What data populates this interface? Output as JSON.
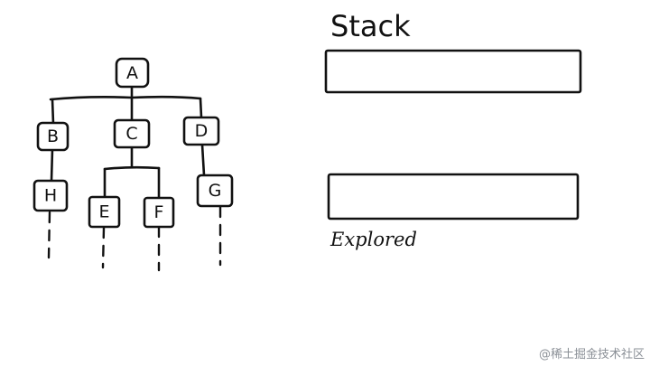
{
  "tree": {
    "nodes": [
      {
        "id": "A",
        "label": "A"
      },
      {
        "id": "B",
        "label": "B"
      },
      {
        "id": "C",
        "label": "C"
      },
      {
        "id": "D",
        "label": "D"
      },
      {
        "id": "H",
        "label": "H"
      },
      {
        "id": "E",
        "label": "E"
      },
      {
        "id": "F",
        "label": "F"
      },
      {
        "id": "G",
        "label": "G"
      }
    ],
    "edges": [
      [
        "A",
        "B"
      ],
      [
        "A",
        "C"
      ],
      [
        "A",
        "D"
      ],
      [
        "B",
        "H"
      ],
      [
        "C",
        "E"
      ],
      [
        "C",
        "F"
      ],
      [
        "D",
        "G"
      ]
    ],
    "continues_below": [
      "H",
      "E",
      "F",
      "G"
    ]
  },
  "stack": {
    "title": "Stack"
  },
  "explored": {
    "label": "Explored"
  },
  "watermark": "@稀土掘金技术社区"
}
